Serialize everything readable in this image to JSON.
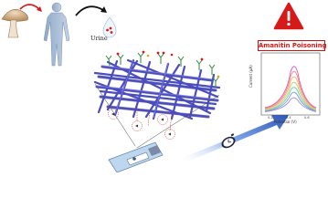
{
  "labels": {
    "urine": "Urine",
    "warning": "Amanitin Poisoning",
    "plot_ylabel": "Current (μA)",
    "plot_xlabel": "Potential (V)"
  },
  "plot": {
    "x_ticks": [
      "0.2",
      "0.4",
      "0.6"
    ],
    "y_ticks": []
  },
  "colors": {
    "fiber": "#4b4dbf",
    "fiber_dark": "#2f2f8a",
    "warning_red": "#d61a1a",
    "arrow_blue": "#2d57b8",
    "mushroom": "#c79a6a"
  },
  "icons": [
    "mushroom-icon",
    "human-silhouette-icon",
    "droplet-icon",
    "warning-triangle-icon",
    "sensor-strip-icon",
    "stopwatch-icon"
  ]
}
